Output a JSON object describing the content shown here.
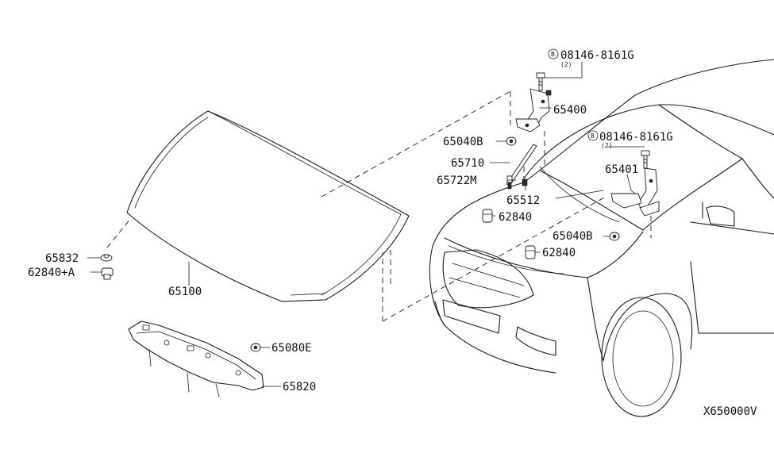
{
  "labels": {
    "bolt_top": "08146-8161G",
    "bolt_top_qty": "(2)",
    "bolt_right": "08146-8161G",
    "bolt_right_qty": "(2)",
    "hinge_left": "65400",
    "hinge_right": "65401",
    "bumper_a": "65040B",
    "bumper_b": "65040B",
    "hood_rod": "65710",
    "rod_clip": "65722M",
    "rod_holder": "65512",
    "bumper_rubber_a": "62840",
    "bumper_rubber_b": "62840",
    "grommet": "65832",
    "clip_a": "62840+A",
    "hood": "65100",
    "clip_e": "65080E",
    "insulator": "65820",
    "diagram_code": "X650000V"
  },
  "marker_letter": "B"
}
